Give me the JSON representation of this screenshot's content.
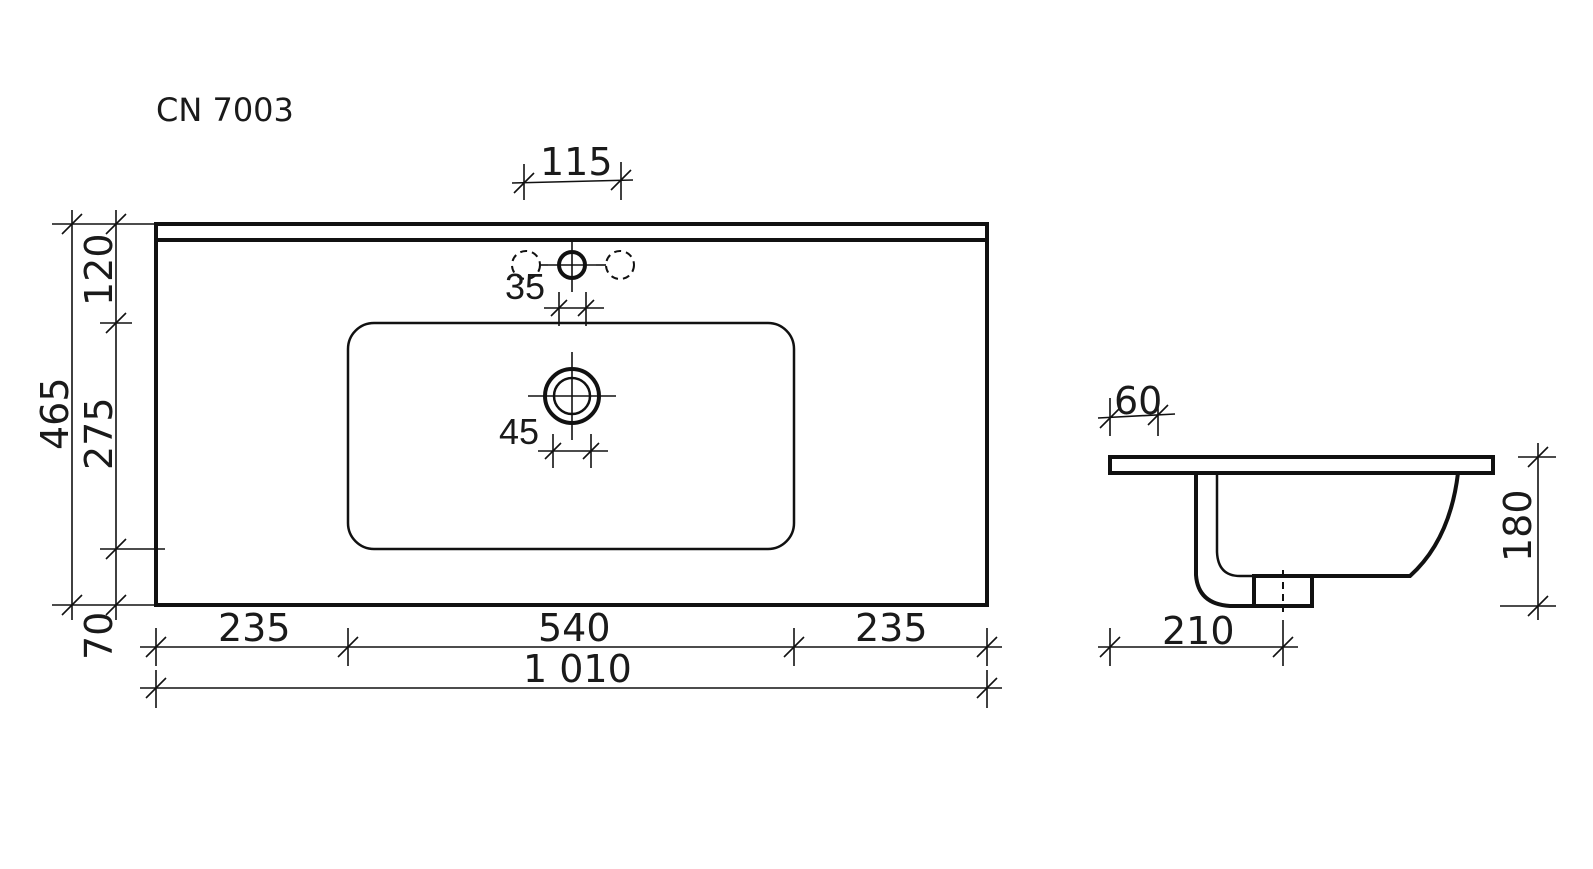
{
  "drawing": {
    "model": "CN 7003",
    "top_view": {
      "faucet_hole_spacing": "115",
      "faucet_hole_diameter": "35",
      "drain_diameter": "45",
      "total_depth": "465",
      "back_ledge_depth": "120",
      "bowl_depth": "275",
      "front_margin": "70",
      "left_margin": "235",
      "bowl_width": "540",
      "right_margin": "235",
      "total_width": "1 010"
    },
    "side_view": {
      "top_thickness": "60",
      "total_height": "180",
      "bowl_offset": "210"
    }
  }
}
